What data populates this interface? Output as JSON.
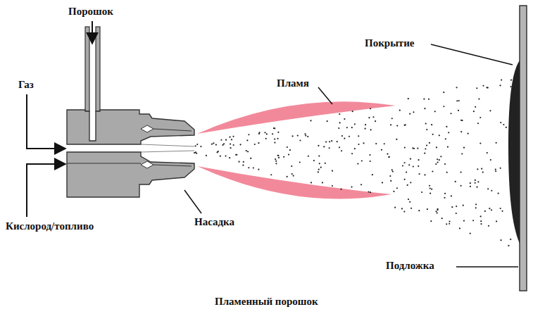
{
  "diagram": {
    "caption": "Пламенный порошок",
    "labels": [
      "Порошок",
      "Газ",
      "Кислород/топливо",
      "Насадка",
      "Пламя",
      "Покрытие",
      "Подложка"
    ]
  }
}
